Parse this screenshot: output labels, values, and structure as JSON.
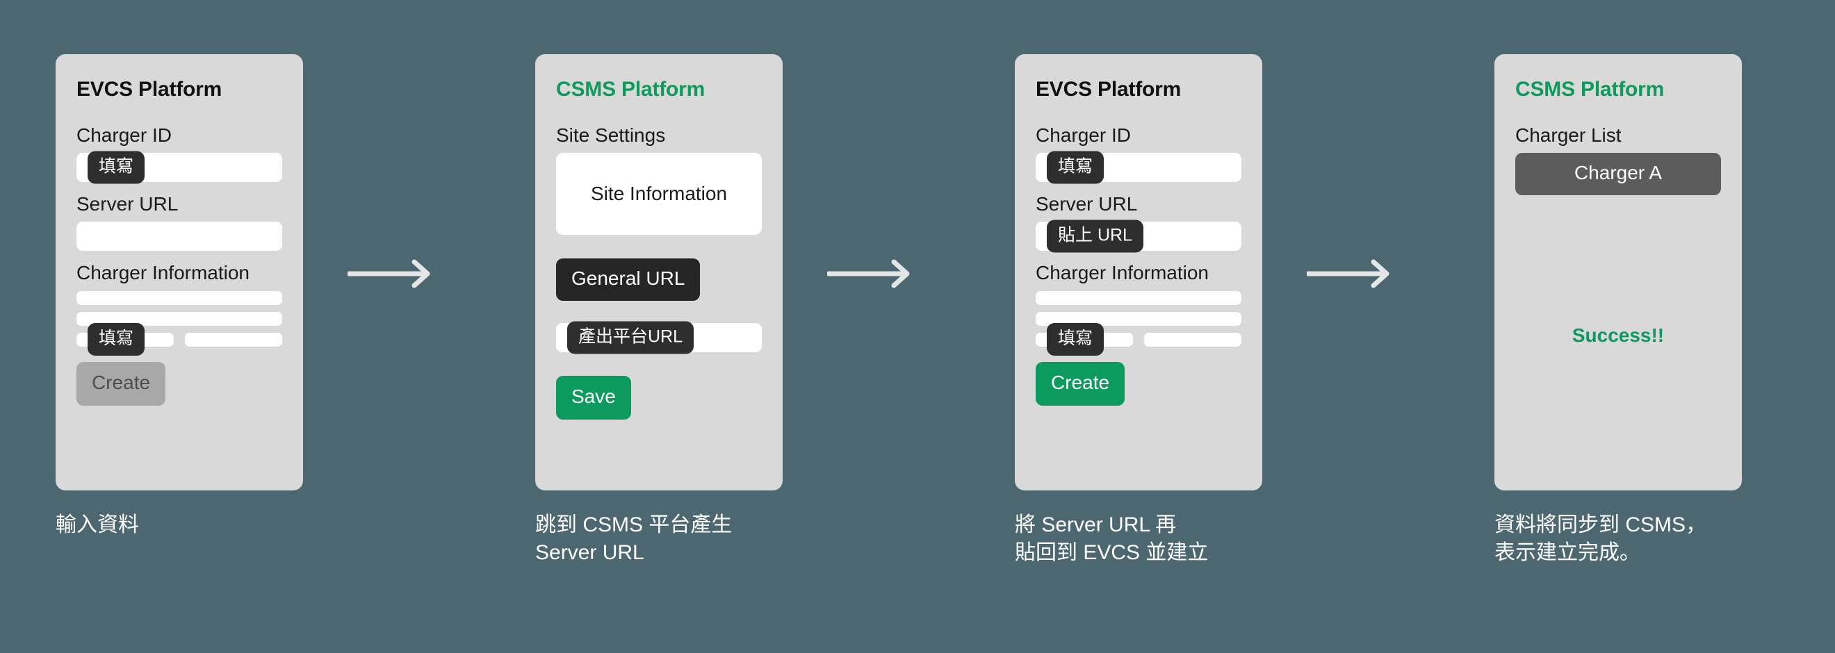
{
  "theme": {
    "background": "#4c6770",
    "card_background": "#d9d9d9",
    "accent_green": "#0d9a5f",
    "pill_dark": "#2e2e2e",
    "list_pill_gray": "#5c5c5c",
    "disabled_button": "#a8a8a8",
    "arrow_color": "#e2e6e7"
  },
  "steps": [
    {
      "card": {
        "title": "EVCS Platform",
        "title_style": "evcs",
        "fields": [
          {
            "label": "Charger ID",
            "pill": "填寫"
          },
          {
            "label": "Server URL",
            "pill": ""
          },
          {
            "label": "Charger Information",
            "pill": "填寫"
          }
        ],
        "button": {
          "label": "Create",
          "state": "disabled"
        }
      },
      "caption": "輸入資料"
    },
    {
      "card": {
        "title": "CSMS Platform",
        "title_style": "csms",
        "section_label": "Site Settings",
        "box_text": "Site Information",
        "block_label": "General URL",
        "pill": "產出平台URL",
        "button": {
          "label": "Save",
          "state": "primary"
        }
      },
      "caption": "跳到 CSMS 平台產生\nServer URL"
    },
    {
      "card": {
        "title": "EVCS Platform",
        "title_style": "evcs",
        "fields": [
          {
            "label": "Charger ID",
            "pill": "填寫"
          },
          {
            "label": "Server URL",
            "pill": "貼上 URL"
          },
          {
            "label": "Charger Information",
            "pill": "填寫"
          }
        ],
        "button": {
          "label": "Create",
          "state": "primary"
        }
      },
      "caption": "將 Server URL 再\n貼回到 EVCS 並建立"
    },
    {
      "card": {
        "title": "CSMS Platform",
        "title_style": "csms",
        "section_label": "Charger List",
        "list_item": "Charger A",
        "status": "Success!!"
      },
      "caption": "資料將同步到 CSMS，\n表示建立完成。"
    }
  ],
  "arrows": [
    {
      "name": "arrow-step1-to-step2"
    },
    {
      "name": "arrow-step2-to-step3"
    },
    {
      "name": "arrow-step3-to-step4"
    }
  ]
}
